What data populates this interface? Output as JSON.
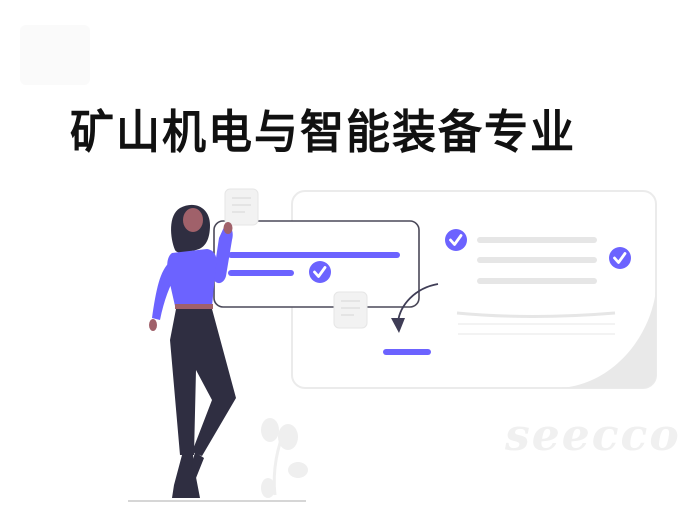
{
  "title": "矿山机电与智能装备专业",
  "watermark": "seecco",
  "colors": {
    "accent": "#6c63ff",
    "dark": "#2f2e41",
    "skin": "#a0616a",
    "light_gray": "#e6e6e6",
    "card_border": "#e8e8e8",
    "card_shadow": "#e6e6e6"
  },
  "illustration": {
    "description": "Woman holding a note next to checklist cards with check marks",
    "check_icons": 3
  }
}
